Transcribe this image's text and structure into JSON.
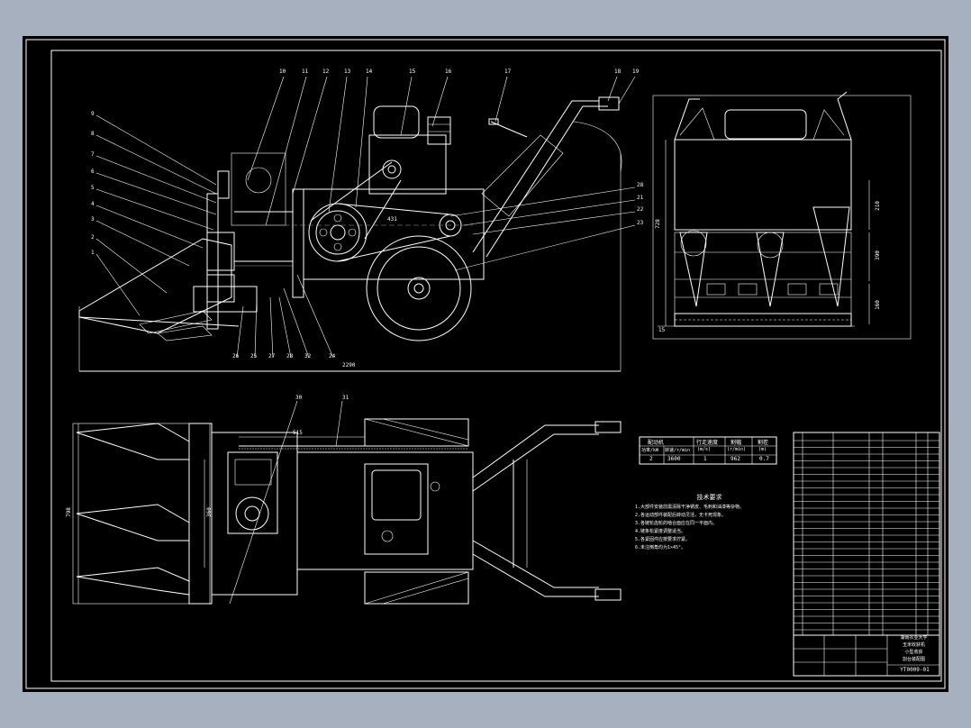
{
  "colors": {
    "background": "#000000",
    "line": "#ffffff",
    "desktop": "#a7b0bf"
  },
  "side_view": {
    "callouts_top": [
      "10",
      "11",
      "12",
      "13",
      "14",
      "15",
      "16",
      "17",
      "18",
      "19"
    ],
    "callouts_left": [
      "9",
      "8",
      "7",
      "6",
      "5",
      "4",
      "3",
      "2",
      "1"
    ],
    "callouts_right": [
      "28",
      "21",
      "22",
      "23"
    ],
    "callouts_bottom": [
      "26",
      "25",
      "27",
      "28",
      "32",
      "24"
    ],
    "dim_length": "2290",
    "dim_center": "431"
  },
  "front_view": {
    "dim_height_1": "210",
    "dim_height_2": "390",
    "dim_height_3": "728",
    "dim_height_4": "160",
    "dim_bottom": "15"
  },
  "top_view": {
    "callouts": [
      "30",
      "31"
    ],
    "dim_top": "515",
    "dim_left": "798",
    "dim_left_2": "360"
  },
  "spec_table": {
    "headers": [
      "配动机",
      "行走速度",
      "割幅",
      "割茬"
    ],
    "subheaders": [
      "功率/kW",
      "转速/r/min",
      "(m/s)",
      "(r/min)",
      "(m)"
    ],
    "row": [
      "2",
      "3600",
      "1",
      "962",
      "0.7"
    ]
  },
  "tech_notes": {
    "title": "技术要求",
    "lines": [
      "1.大部件安装前需清除干净锈皮、毛刺和油漆等杂物。",
      "2.各运动部件装配后转动灵活，无卡死现象。",
      "3.各链轮齿轮的啮合面应在同一平面内。",
      "4.链条松紧度调整适当。",
      "5.各紧固件应按要求拧紧。",
      "6.未注倒角均为1×45°。"
    ]
  },
  "title_block": {
    "school": "湖南农业大学",
    "subtitle_1": "玉米收获机",
    "subtitle_2": "小型收获",
    "subtitle_3": "割台装配图",
    "drawing_no": "YT0009-01"
  }
}
